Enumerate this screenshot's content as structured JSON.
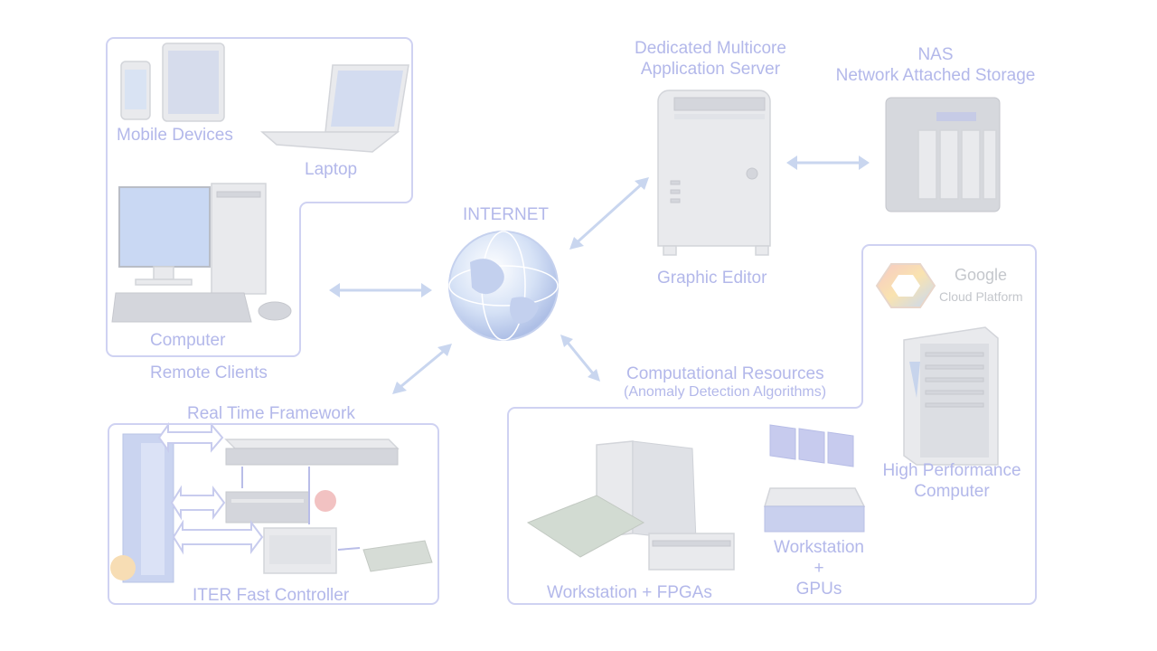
{
  "remote_clients": {
    "mobile_label": "Mobile Devices",
    "laptop_label": "Laptop",
    "computer_label": "Computer",
    "group_label": "Remote Clients"
  },
  "internet": {
    "label": "INTERNET"
  },
  "app_server": {
    "title_line1": "Dedicated Multicore",
    "title_line2": "Application Server",
    "editor_label": "Graphic Editor"
  },
  "nas": {
    "title_line1": "NAS",
    "title_line2": "Network Attached Storage"
  },
  "cloud": {
    "brand": "Google",
    "product": "Cloud Platform",
    "hpc_line1": "High Performance",
    "hpc_line2": "Computer"
  },
  "computational": {
    "title": "Computational Resources",
    "subtitle": "(Anomaly Detection Algorithms)",
    "fpga_label": "Workstation + FPGAs",
    "gpu_line1": "Workstation",
    "gpu_line2": "+",
    "gpu_line3": "GPUs"
  },
  "realtime": {
    "title": "Real Time Framework",
    "controller_label": "ITER Fast Controller"
  },
  "colors": {
    "label": "#b3b8ea",
    "border": "#cfd2f2",
    "arrow": "#c9d6ef"
  }
}
